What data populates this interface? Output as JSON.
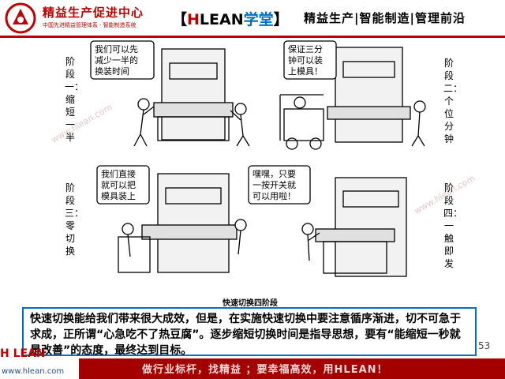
{
  "header": {
    "brand_name": "精益生产促进中心",
    "brand_sub": "中国先进精益管理体系 · 智能制造系统",
    "title_open": "【",
    "title_h": "H",
    "title_lean": "LEAN",
    "title_xt": "学堂",
    "title_close": "】",
    "slogan": "精益生产|智能制造|管理前沿"
  },
  "figure": {
    "stage1": "阶段一：缩短一半",
    "stage2": "阶段二：个位分钟",
    "stage3": "阶段三：零切换",
    "stage4": "阶段四：一触即发",
    "bubble1": [
      "我们可以先",
      "减少一半的",
      "换装时间"
    ],
    "bubble2": [
      "保证三分",
      "钟可以装",
      "上模具！"
    ],
    "bubble3": [
      "我们直接",
      "就可以把",
      "模具装上"
    ],
    "bubble4": [
      "嘿嘿，只要",
      "一按开关就",
      "可以用啦！"
    ],
    "caption": "快速切换四阶段"
  },
  "body_text": "快速切换能给我们带来很大成效，但是，在实施快速切换中要注意循序渐进，切不可急于求成，正所谓“心急吃不了热豆腐”。逐步缩短切换时间是指导思想，要有“能缩短一秒就是改善”的态度，最终达到目标。",
  "footer": {
    "slogan": "做行业标杆，找精益   ；要幸福高效，用HLEAN！",
    "page": "53",
    "logo": "H LEAN",
    "url": "www.hlean.com"
  },
  "colors": {
    "brand_red": "#c00000",
    "frame_blue": "#0070c0",
    "footer_red": "#a40000"
  }
}
